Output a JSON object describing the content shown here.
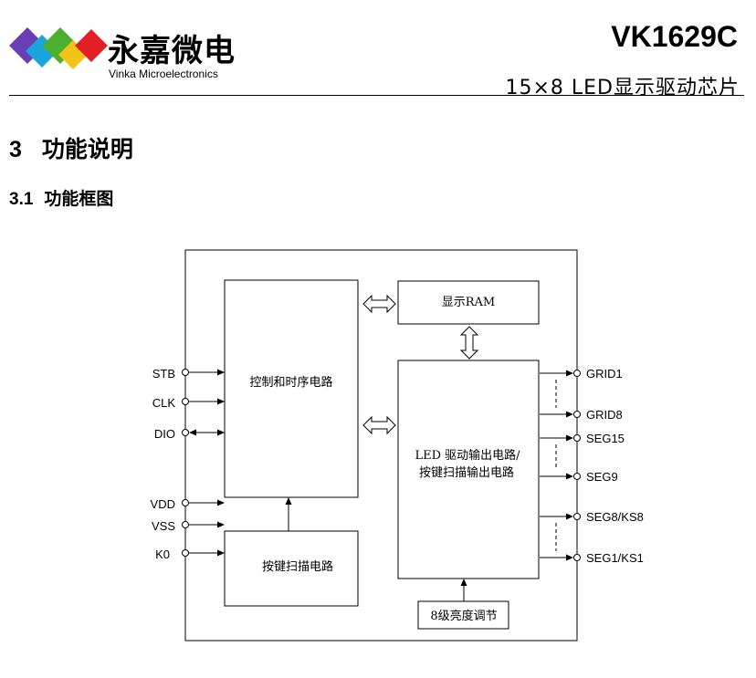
{
  "header": {
    "brand_cn": "永嘉微电",
    "brand_en": "Vinka Microelectronics",
    "chip_model": "VK1629C",
    "chip_desc": "15×8 LED显示驱动芯片",
    "logo_colors": [
      "#6a3fb5",
      "#1aa5dc",
      "#4caf2e",
      "#f0c419",
      "#e21e26"
    ]
  },
  "section": {
    "title_num": "3",
    "title_text": "功能说明",
    "subtitle_num": "3.1",
    "subtitle_text": "功能框图"
  },
  "diagram": {
    "blocks": {
      "control": "控制和时序电路",
      "ram": "显示RAM",
      "led_line1": "LED 驱动输出电路/",
      "led_line2": "按键扫描输出电路",
      "keyscan": "按键扫描电路",
      "dimming": "8级亮度调节"
    },
    "left_pins": [
      "STB",
      "CLK",
      "DIO",
      "VDD",
      "VSS",
      "K0"
    ],
    "right_pins": [
      "GRID1",
      "GRID8",
      "SEG15",
      "SEG9",
      "SEG8/KS8",
      "SEG1/KS1"
    ]
  }
}
